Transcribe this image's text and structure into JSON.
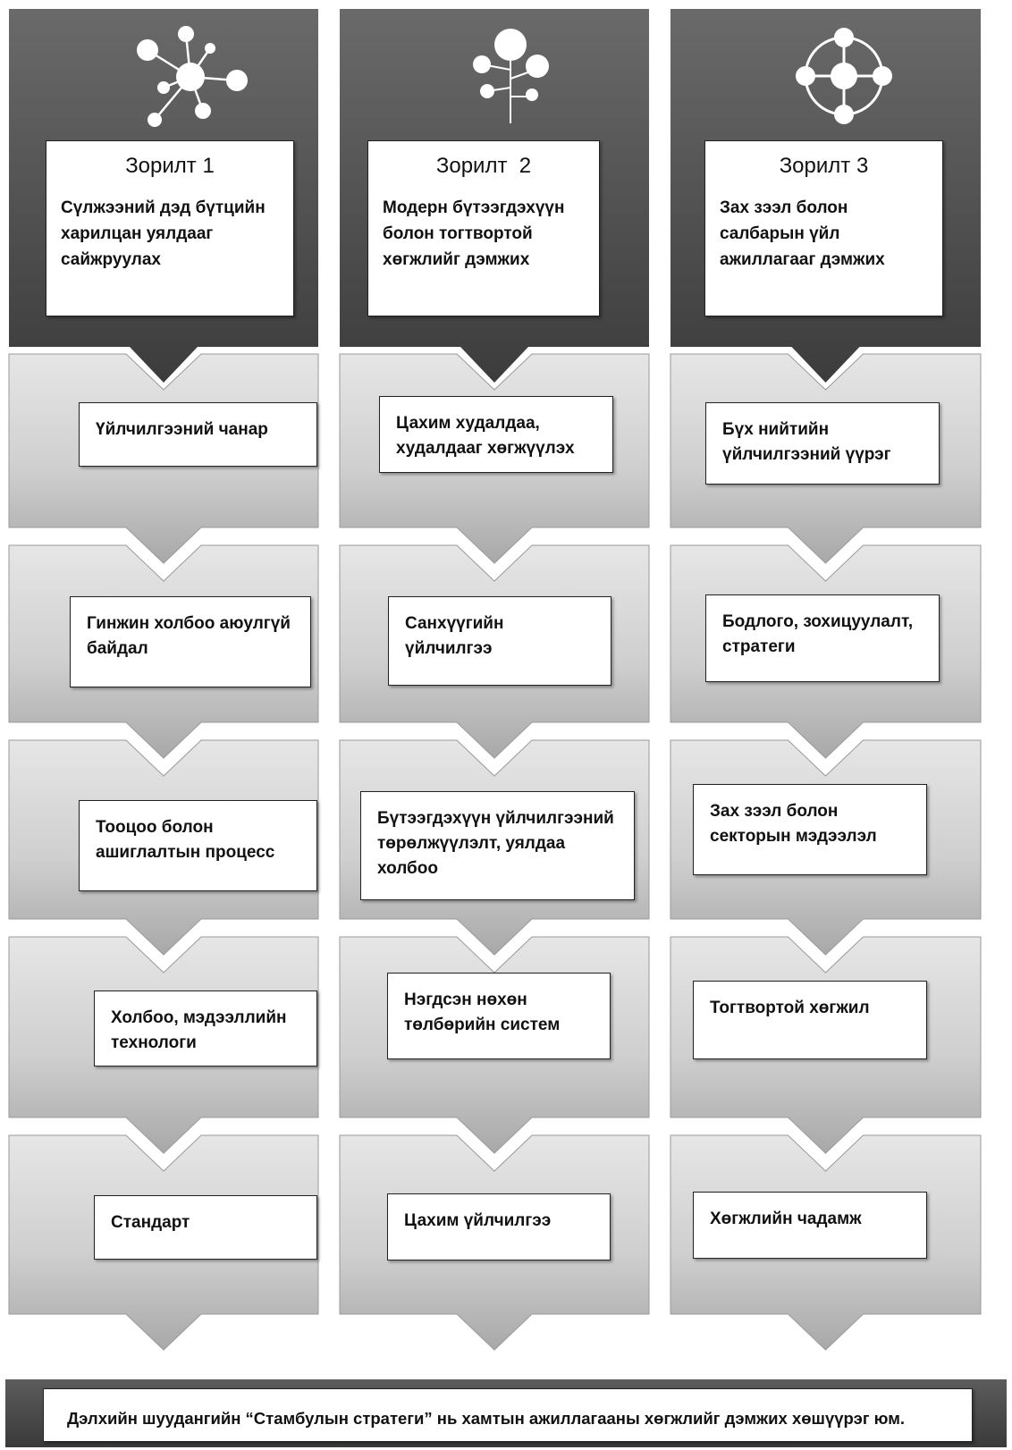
{
  "colors": {
    "header_band": "#5a5a5a",
    "header_band_dark": "#3a3a3a",
    "chevron_light": "#dedede",
    "chevron_mid": "#b4b4b4",
    "footer_band": "#4a4a4a",
    "icon_fill": "#ffffff"
  },
  "columns": [
    {
      "icon": "network-molecule-icon",
      "title": "Зорилт 1",
      "description": "Сүлжээний дэд бүтцийн харилцан уялдааг сайжруулах",
      "items": [
        "Үйлчилгээний чанар",
        "Гинжин холбоо аюулгүй байдал",
        "Тооцоо болон ашиглалтын процесс",
        "Холбоо, мэдээллийн технологи",
        "Стандарт"
      ]
    },
    {
      "icon": "tree-nodes-icon",
      "title": "Зорилт  2",
      "description": "Модерн бүтээгдэхүүн болон тогтвортой хөгжлийг дэмжих",
      "items": [
        "Цахим худалдаа, худалдааг хөгжүүлэх",
        "Санхүүгийн үйлчилгээ",
        "Бүтээгдэхүүн үйлчилгээний төрөлжүүлэлт, уялдаа холбоо",
        "Нэгдсэн нөхөн төлбөрийн систем",
        "Цахим үйлчилгээ"
      ]
    },
    {
      "icon": "crosshair-circle-icon",
      "title": "Зорилт 3",
      "description": "Зах зээл болон салбарын үйл ажиллагааг дэмжих",
      "items": [
        "Бүх нийтийн үйлчилгээний үүрэг",
        "Бодлого, зохицуулалт, стратеги",
        "Зах зээл болон секторын мэдээлэл",
        "Тогтвортой хөгжил",
        "Хөгжлийн чадамж"
      ]
    }
  ],
  "footer": {
    "text": "Дэлхийн шуудангийн “Стамбулын стратеги” нь хамтын ажиллагааны хөгжлийг дэмжих хөшүүрэг юм."
  }
}
